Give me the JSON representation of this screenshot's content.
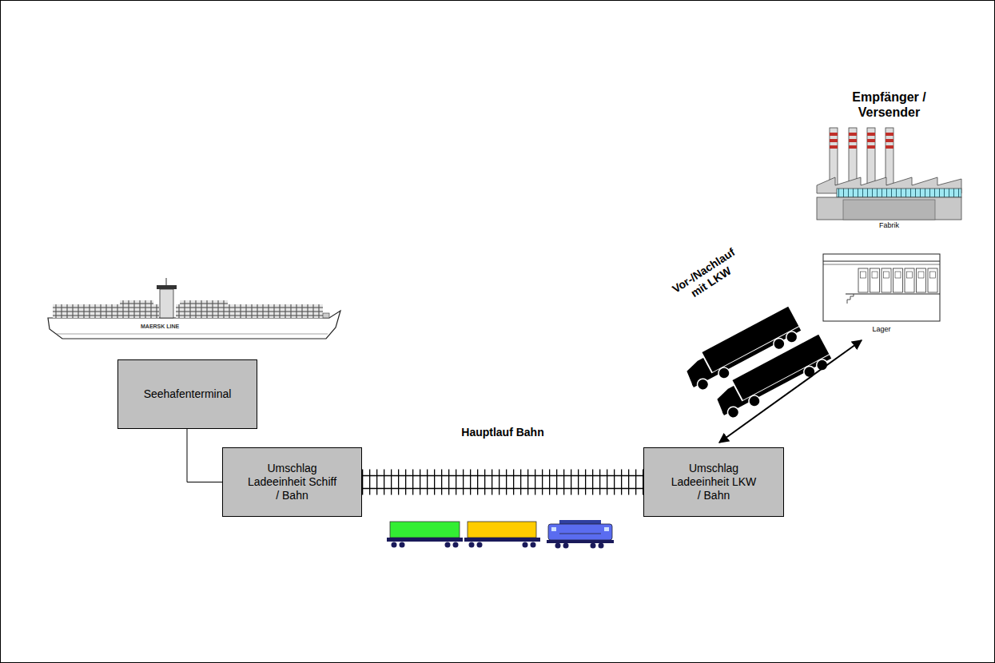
{
  "diagram": {
    "nodes": [
      {
        "text": [
          "Seehafenterminal"
        ]
      },
      {
        "text": [
          "Umschlag Ladeeinheit Schiff / Bahn"
        ]
      },
      {
        "text": [
          "Umschlag Ladeeinheit LKW / Bahn"
        ]
      },
      {
        "text": [
          "Empfänger / Versender",
          "Fabrik"
        ]
      },
      {
        "text": [
          "Lager"
        ]
      }
    ],
    "edges": [
      {
        "from": 0,
        "to": 1,
        "arrow": "none"
      },
      {
        "from": 1,
        "to": 2,
        "arrow": "none",
        "label": "Hauptlauf Bahn"
      },
      {
        "from": 2,
        "to": 4,
        "arrow": "both",
        "label": "Vor-/Nachlauf mit LKW"
      }
    ],
    "labels": [
      "MAERSK LINE"
    ]
  }
}
